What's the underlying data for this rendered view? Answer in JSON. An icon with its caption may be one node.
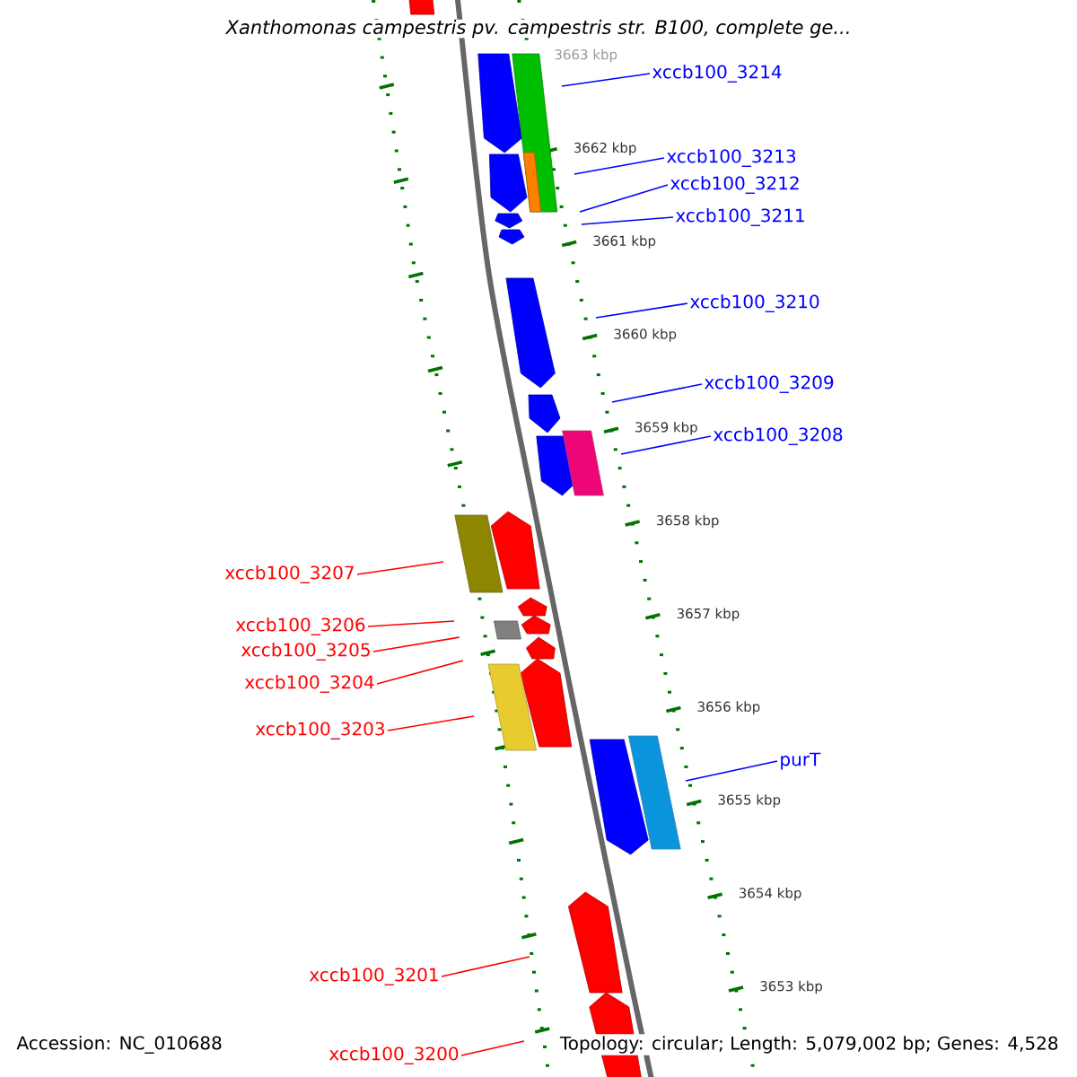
{
  "diagram": {
    "title": "Xanthomonas campestris pv. campestris str. B100, complete ge...",
    "nodes": [
      {
        "text": [
          "xccb100_3214"
        ]
      },
      {
        "text": [
          "xccb100_3213"
        ]
      },
      {
        "text": [
          "xccb100_3212"
        ]
      },
      {
        "text": [
          "xccb100_3211"
        ]
      },
      {
        "text": [
          "xccb100_3210"
        ]
      },
      {
        "text": [
          "xccb100_3209"
        ]
      },
      {
        "text": [
          "xccb100_3208"
        ]
      },
      {
        "text": [
          "xccb100_3207"
        ]
      },
      {
        "text": [
          "xccb100_3206"
        ]
      },
      {
        "text": [
          "xccb100_3205"
        ]
      },
      {
        "text": [
          "xccb100_3204"
        ]
      },
      {
        "text": [
          "xccb100_3203"
        ]
      },
      {
        "text": [
          "purT"
        ]
      },
      {
        "text": [
          "xccb100_3201"
        ]
      },
      {
        "text": [
          "xccb100_3200"
        ]
      }
    ],
    "edges": [
      {
        "from": 0,
        "to": null,
        "arrow": "none"
      },
      {
        "from": 1,
        "to": null,
        "arrow": "none"
      },
      {
        "from": 2,
        "to": null,
        "arrow": "none"
      },
      {
        "from": 3,
        "to": null,
        "arrow": "none"
      },
      {
        "from": 4,
        "to": null,
        "arrow": "none"
      },
      {
        "from": 5,
        "to": null,
        "arrow": "none"
      },
      {
        "from": 6,
        "to": null,
        "arrow": "none"
      },
      {
        "from": 7,
        "to": null,
        "arrow": "none",
        "color": "#ff0000"
      },
      {
        "from": 8,
        "to": null,
        "arrow": "none",
        "color": "#ff0000"
      },
      {
        "from": 9,
        "to": null,
        "arrow": "none",
        "color": "#ff0000"
      },
      {
        "from": 10,
        "to": null,
        "arrow": "none",
        "color": "#ff0000"
      },
      {
        "from": 11,
        "to": null,
        "arrow": "none",
        "color": "#ff0000"
      },
      {
        "from": 12,
        "to": null,
        "arrow": "none"
      },
      {
        "from": 13,
        "to": null,
        "arrow": "none",
        "color": "#ff0000"
      },
      {
        "from": 14,
        "to": null,
        "arrow": "none",
        "color": "#ff0000"
      }
    ],
    "labels": [
      "3663 kbp",
      "3662 kbp",
      "3661 kbp",
      "3660 kbp",
      "3659 kbp",
      "3658 kbp",
      "3657 kbp",
      "3656 kbp",
      "3655 kbp",
      "3654 kbp",
      "3653 kbp",
      "Accession: NC_010688",
      "Topology: circular; Length: 5,079,002 bp; Genes: 4,528"
    ]
  }
}
